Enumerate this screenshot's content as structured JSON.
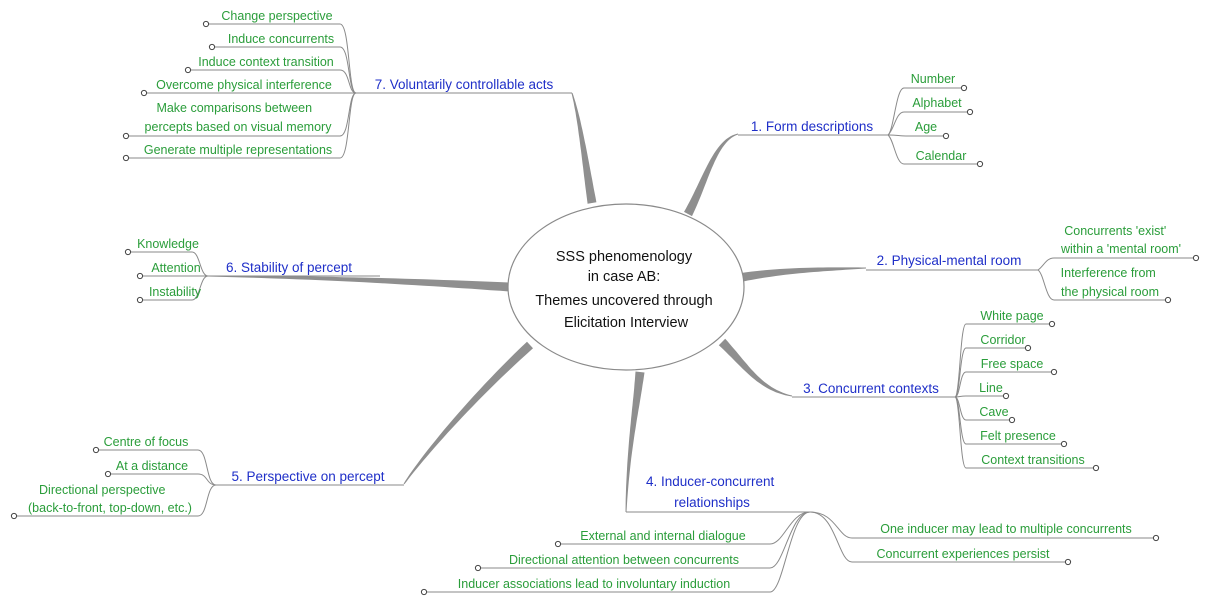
{
  "colors": {
    "center_text": "#111111",
    "theme_text": "#1f2fc8",
    "leaf_text": "#2a9d3a",
    "branch": "#8f8f8f"
  },
  "center": {
    "lines": [
      "SSS phenomenology",
      "in case AB:",
      "Themes uncovered through",
      "Elicitation Interview"
    ]
  },
  "themes": [
    {
      "id": "t1",
      "lines": [
        "1. Form descriptions"
      ],
      "leaves": [
        {
          "lines": [
            "Number"
          ]
        },
        {
          "lines": [
            "Alphabet"
          ]
        },
        {
          "lines": [
            "Age"
          ]
        },
        {
          "lines": [
            "Calendar"
          ]
        }
      ]
    },
    {
      "id": "t2",
      "lines": [
        "2. Physical-mental room"
      ],
      "leaves": [
        {
          "lines": [
            "Concurrents 'exist'",
            "within a 'mental room'"
          ]
        },
        {
          "lines": [
            "Interference from",
            "the physical room"
          ]
        }
      ]
    },
    {
      "id": "t3",
      "lines": [
        "3. Concurrent contexts"
      ],
      "leaves": [
        {
          "lines": [
            "White page"
          ]
        },
        {
          "lines": [
            "Corridor"
          ]
        },
        {
          "lines": [
            "Free space"
          ]
        },
        {
          "lines": [
            "Line"
          ]
        },
        {
          "lines": [
            "Cave"
          ]
        },
        {
          "lines": [
            "Felt presence"
          ]
        },
        {
          "lines": [
            "Context transitions"
          ]
        }
      ]
    },
    {
      "id": "t4",
      "lines": [
        "4. Inducer-concurrent",
        "relationships"
      ],
      "leaves": [
        {
          "lines": [
            "External and internal dialogue"
          ]
        },
        {
          "lines": [
            "Directional attention between concurrents"
          ]
        },
        {
          "lines": [
            "Inducer associations lead to involuntary induction"
          ]
        },
        {
          "lines": [
            "One inducer may lead to multiple concurrents"
          ]
        },
        {
          "lines": [
            "Concurrent experiences persist"
          ]
        }
      ]
    },
    {
      "id": "t5",
      "lines": [
        "5. Perspective on percept"
      ],
      "leaves": [
        {
          "lines": [
            "Centre of focus"
          ]
        },
        {
          "lines": [
            "At a distance"
          ]
        },
        {
          "lines": [
            "Directional perspective",
            "(back-to-front, top-down, etc.)"
          ]
        }
      ]
    },
    {
      "id": "t6",
      "lines": [
        "6. Stability of percept"
      ],
      "leaves": [
        {
          "lines": [
            "Knowledge"
          ]
        },
        {
          "lines": [
            "Attention"
          ]
        },
        {
          "lines": [
            "Instability"
          ]
        }
      ]
    },
    {
      "id": "t7",
      "lines": [
        "7. Voluntarily controllable acts"
      ],
      "leaves": [
        {
          "lines": [
            "Change perspective"
          ]
        },
        {
          "lines": [
            "Induce concurrents"
          ]
        },
        {
          "lines": [
            "Induce context transition"
          ]
        },
        {
          "lines": [
            "Overcome physical interference"
          ]
        },
        {
          "lines": [
            "Make comparisons between",
            "percepts based on visual memory"
          ]
        },
        {
          "lines": [
            "Generate multiple representations"
          ]
        }
      ]
    }
  ]
}
